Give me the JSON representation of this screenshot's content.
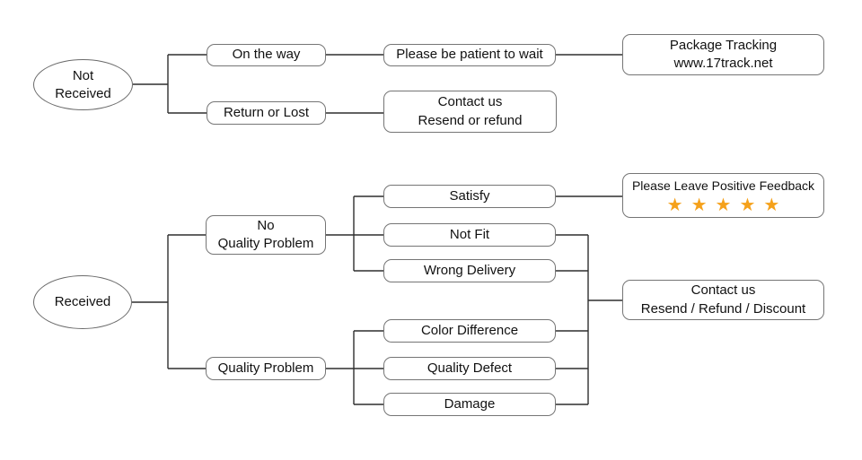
{
  "flowchart": {
    "not_received": {
      "line1": "Not",
      "line2": "Received"
    },
    "received": {
      "label": "Received"
    },
    "on_the_way": {
      "label": "On the way"
    },
    "please_be_patient": {
      "label": "Please be patient to wait"
    },
    "package_tracking": {
      "line1": "Package Tracking",
      "line2": "www.17track.net"
    },
    "return_or_lost": {
      "label": "Return or Lost"
    },
    "contact_resend_refund": {
      "line1": "Contact us",
      "line2": "Resend or refund"
    },
    "no_quality_problem": {
      "line1": "No",
      "line2": "Quality Problem"
    },
    "satisfy": {
      "label": "Satisfy"
    },
    "positive_feedback": {
      "label": "Please Leave Positive Feedback",
      "rating": 5,
      "stars_text": "★★★★★"
    },
    "not_fit": {
      "label": "Not Fit"
    },
    "wrong_delivery": {
      "label": "Wrong Delivery"
    },
    "quality_problem": {
      "label": "Quality Problem"
    },
    "color_difference": {
      "label": "Color Difference"
    },
    "quality_defect": {
      "label": "Quality Defect"
    },
    "damage": {
      "label": "Damage"
    },
    "contact_resend_refund_discount": {
      "line1": "Contact us",
      "line2": "Resend / Refund / Discount"
    }
  },
  "colors": {
    "background": "#ffffff",
    "line": "#2f2f2f",
    "box-border": "#757575",
    "text": "#111111",
    "star": "#F5A11B"
  }
}
